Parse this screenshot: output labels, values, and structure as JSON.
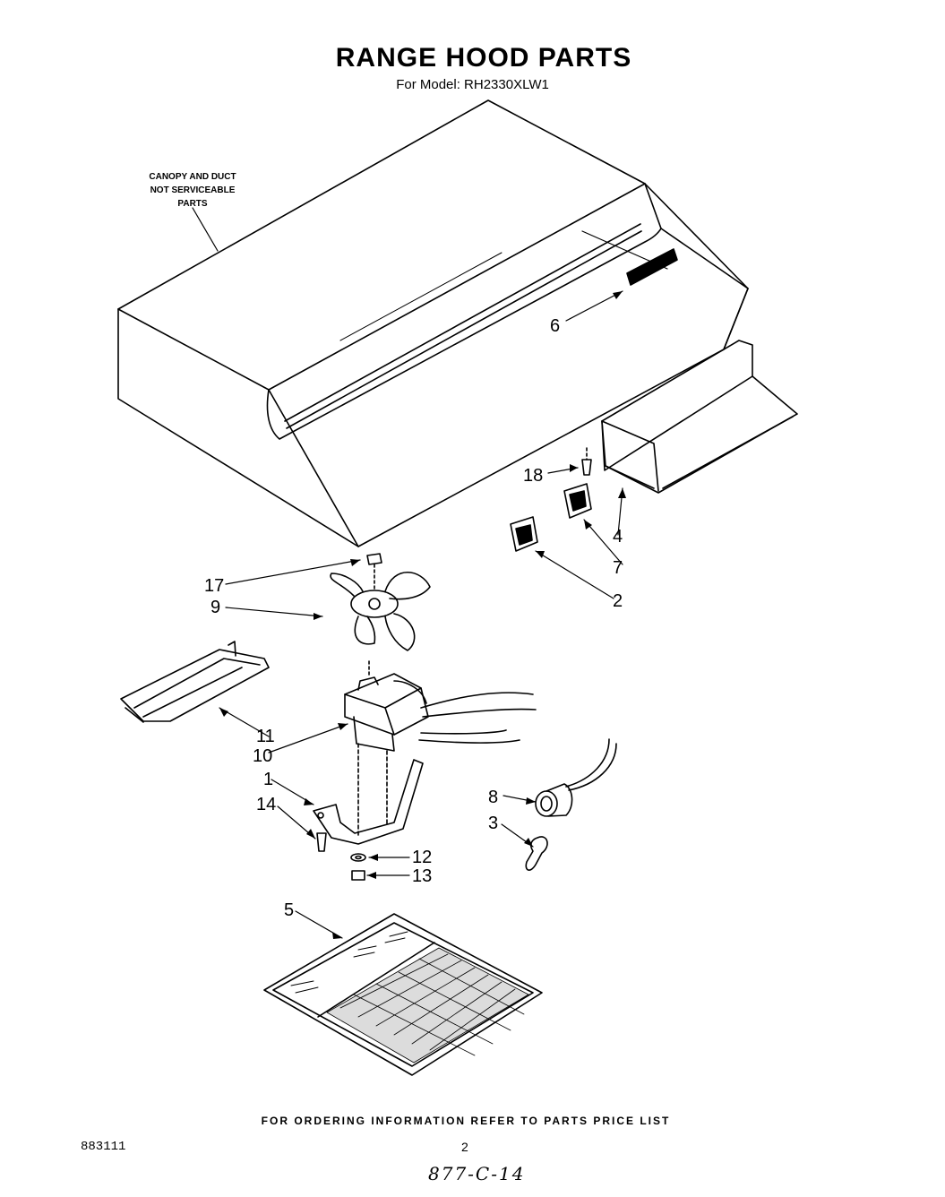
{
  "title": "RANGE HOOD PARTS",
  "subtitle": "For Model: RH2330XLW1",
  "note_lines": [
    "CANOPY AND DUCT",
    "NOT SERVICEABLE",
    "PARTS"
  ],
  "labels": {
    "p1": "1",
    "p2": "2",
    "p3": "3",
    "p4": "4",
    "p5": "5",
    "p6": "6",
    "p7": "7",
    "p8": "8",
    "p9": "9",
    "p10": "10",
    "p11": "11",
    "p12": "12",
    "p13": "13",
    "p14": "14",
    "p17": "17",
    "p18": "18"
  },
  "footer": "FOR ORDERING INFORMATION REFER TO PARTS PRICE LIST",
  "doc_number": "883111",
  "page_number": "2",
  "handwritten": "877-C-14"
}
